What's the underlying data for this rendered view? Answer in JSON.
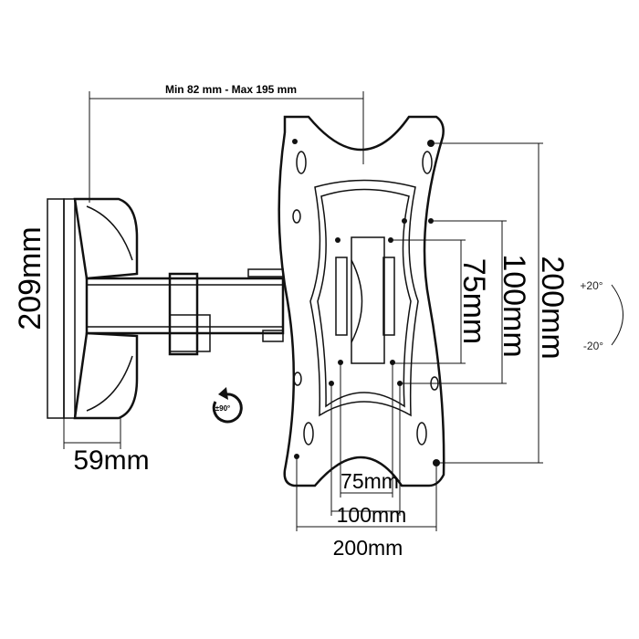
{
  "dimensions": {
    "arm_extension": "Min 82 mm - Max 195 mm",
    "wall_plate_height": "209mm",
    "wall_plate_depth": "59mm",
    "vesa_vertical_small": "75mm",
    "vesa_vertical_medium": "100mm",
    "vesa_vertical_large": "200mm",
    "vesa_horizontal_small": "75mm",
    "vesa_horizontal_medium": "100mm",
    "vesa_horizontal_large": "200mm"
  },
  "tilt": {
    "up": "+20°",
    "down": "-20°"
  },
  "rotation": {
    "label": "±90°"
  }
}
